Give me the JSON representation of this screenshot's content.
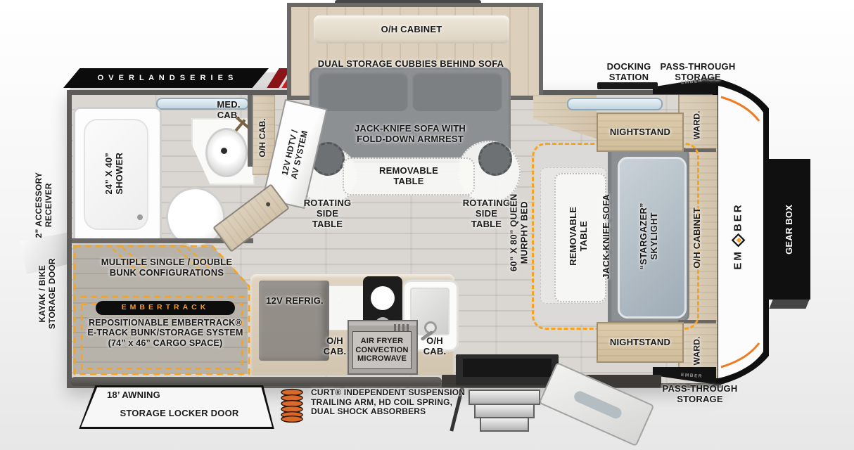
{
  "banner": {
    "series": "O V E R L A N D   S E R I E S"
  },
  "brand": {
    "wordmark_pre": "EM",
    "wordmark_post": "BER",
    "edge_label": "EMBER"
  },
  "colors": {
    "accent_orange": "#F6A41D",
    "stripe_dark_red": "#8A1417",
    "stripe_red": "#D02026",
    "stripe_orange": "#F1A23A"
  },
  "exterior": {
    "docking_station": "DOCKING\nSTATION",
    "pass_through_top": "PASS-THROUGH\nSTORAGE",
    "pass_through_bottom": "PASS-THROUGH\nSTORAGE",
    "accessory_receiver": "2” ACCESSORY\nRECEIVER",
    "kayak_door": "KAYAK / BIKE\nSTORAGE DOOR",
    "awning": "18’ AWNING",
    "storage_locker": "STORAGE LOCKER DOOR",
    "gear_box": "GEAR BOX",
    "suspension": "CURT® INDEPENDENT SUSPENSION\nTRAILING ARM, HD COIL SPRING,\nDUAL SHOCK ABSORBERS"
  },
  "bathroom": {
    "shower": "24” X 40”\nSHOWER",
    "med_cab": "MED.\nCAB.",
    "oh_cab": "O/H CAB.",
    "tv": "12V HDTV /\nAV SYSTEM"
  },
  "living": {
    "oh_cabinet": "O/H CABINET",
    "cubbies": "DUAL STORAGE CUBBIES BEHIND SOFA",
    "sofa": "JACK-KNIFE SOFA WITH\nFOLD-DOWN ARMREST",
    "removable_table": "REMOVABLE\nTABLE",
    "rotating_table_left": "ROTATING\nSIDE\nTABLE",
    "rotating_table_right": "ROTATING\nSIDE\nTABLE"
  },
  "bedroom": {
    "murphy_bed": "60” X 80” QUEEN\nMURPHY BED",
    "removable_table": "REMOVABLE\nTABLE",
    "sofa": "JACK-KNIFE SOFA",
    "skylight": "“STARGAZER”\nSKYLIGHT",
    "oh_cabinet": "O/H CABINET",
    "nightstand_top": "NIGHTSTAND",
    "nightstand_bottom": "NIGHTSTAND",
    "ward_top": "WARD.",
    "ward_bottom": "WARD."
  },
  "bunk": {
    "configurations": "MULTIPLE SINGLE / DOUBLE\nBUNK CONFIGURATIONS",
    "brand": "EMBERTRACK",
    "description": "REPOSITIONABLE EMBERTRACK®\nE-TRACK BUNK/STORAGE SYSTEM\n(74” x 46” CARGO SPACE)"
  },
  "kitchen": {
    "refrigerator": "12V REFRIG.",
    "oh_cab_left": "O/H\nCAB.",
    "microwave": "AIR FRYER\nCONVECTION\nMICROWAVE",
    "oh_cab_right": "O/H\nCAB."
  }
}
